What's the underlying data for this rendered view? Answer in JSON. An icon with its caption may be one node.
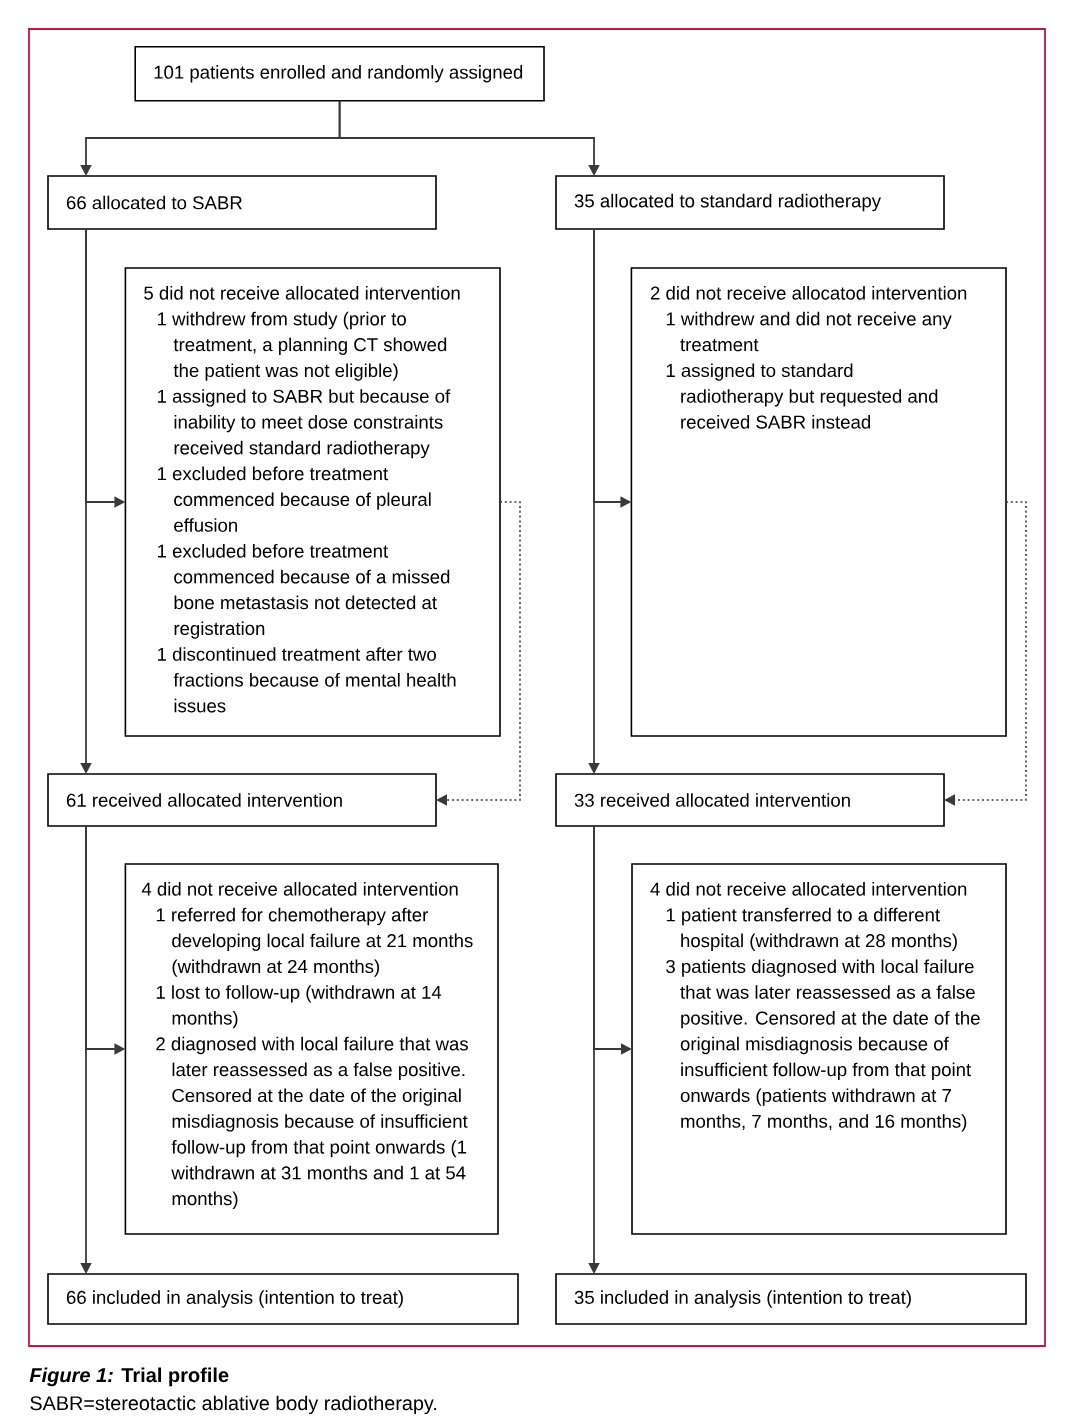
{
  "diagram": {
    "caption": "*Figure 1:* Trial profile",
    "nodes": [
      {
        "text": [
          "101 patients enrolled and randomly assigned"
        ]
      },
      {
        "text": [
          "66 allocated to SABR"
        ]
      },
      {
        "text": [
          "35 allocated to standard radiotherapy"
        ]
      },
      {
        "text": [
          "5 did not receive allocated intervention",
          "1 withdrew from study (prior to treatment, a planning CT showed the patient was not eligible)",
          "1 assigned to SABR but because of inability to meet dose constraints received standard radiotherapy",
          "1 excluded before treatment commenced because of pleural effusion",
          "1 excluded before treatment commenced because of a missed bone metastasis not detected at registration",
          "1 discontinued treatment after two fractions because of mental health issues"
        ]
      },
      {
        "text": [
          "2 did not receive allocatod intervention",
          "1 withdrew and did not receive any treatment",
          "1 assigned to standard radiotherapy but requested and received SABR instead"
        ]
      },
      {
        "text": [
          "61 received allocated intervention"
        ]
      },
      {
        "text": [
          "33 received allocated intervention"
        ]
      },
      {
        "text": [
          "4 did not receive allocated intervention",
          "1 referred for chemotherapy after developing local failure at 21 months (withdrawn at 24 months)",
          "1 lost to follow-up (withdrawn at 14 months)",
          "2 diagnosed with local failure that was later reassessed as a false positive. Censored at the date of the original misdiagnosis because of insufficient follow-up from that point onwards (1 withdrawn at 31 months and 1 at 54 months)"
        ]
      },
      {
        "text": [
          "4 did not receive allocated intervention",
          "1 patient transferred to a different hospital (withdrawn at 28 months)",
          "3 patients diagnosed with local failure that was later reassessed as a false positive. Censored at the date of the original misdiagnosis because of insufficient follow-up from that point onwards (patients withdrawn at 7 months, 7 months, and 16 months)"
        ]
      },
      {
        "text": [
          "66 included in analysis (intention to treat)"
        ]
      },
      {
        "text": [
          "35 included in analysis (intention to treat)"
        ]
      }
    ],
    "edges": [
      {
        "from": 0,
        "to": 1,
        "arrow": "to"
      },
      {
        "from": 0,
        "to": 2,
        "arrow": "to"
      },
      {
        "from": 1,
        "to": 5,
        "arrow": "to"
      },
      {
        "from": 1,
        "to": 3,
        "arrow": "to"
      },
      {
        "from": 2,
        "to": 6,
        "arrow": "to"
      },
      {
        "from": 2,
        "to": 4,
        "arrow": "to"
      },
      {
        "from": 3,
        "to": 5,
        "arrow": "to",
        "style": "dashed"
      },
      {
        "from": 4,
        "to": 6,
        "arrow": "to",
        "style": "dashed"
      },
      {
        "from": 5,
        "to": 9,
        "arrow": "to"
      },
      {
        "from": 5,
        "to": 7,
        "arrow": "to"
      },
      {
        "from": 6,
        "to": 10,
        "arrow": "to"
      },
      {
        "from": 6,
        "to": 8,
        "arrow": "to"
      }
    ],
    "labels": [
      "SABR=stereotactic ablative body radiotherapy."
    ]
  }
}
